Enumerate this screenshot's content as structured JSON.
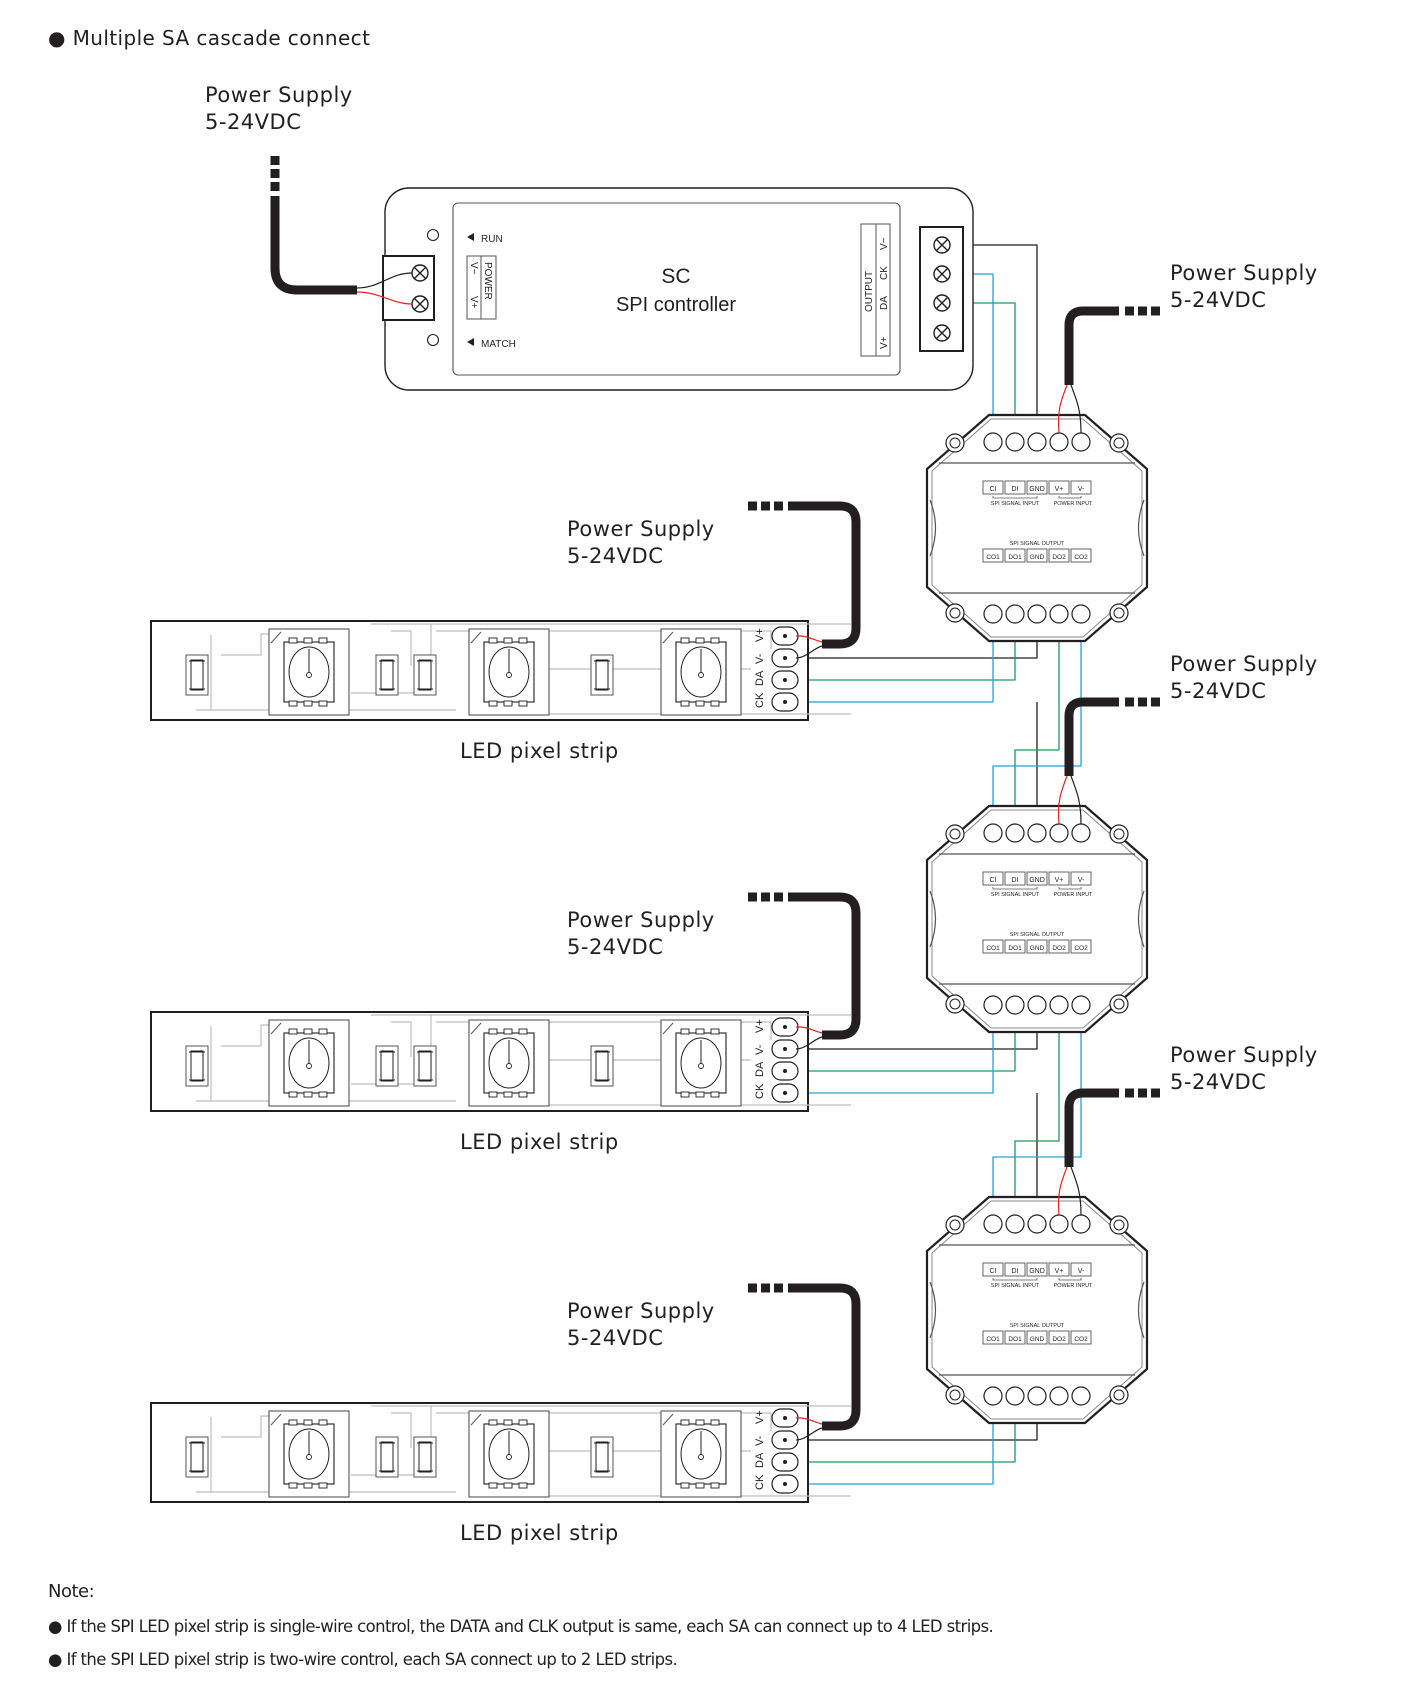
{
  "title": "● Multiple SA cascade connect",
  "power_supply": {
    "line1": "Power Supply",
    "line2": "5-24VDC"
  },
  "controller": {
    "name": "SC",
    "subtitle": "SPI controller",
    "run_label": "RUN",
    "match_label": "MATCH",
    "power_block": {
      "title": "POWER",
      "pins": [
        "V−",
        "V+"
      ]
    },
    "output_block": {
      "title": "OUTPUT",
      "pins": [
        "V−",
        "CK",
        "DA",
        "V+"
      ]
    }
  },
  "amplifier": {
    "input_pins": [
      "CI",
      "DI",
      "GND",
      "V+",
      "V-"
    ],
    "input_group_labels": [
      "SPI SIGNAL INPUT",
      "POWER INPUT"
    ],
    "output_title": "SPI SIGNAL OUTPUT",
    "output_pins": [
      "CO1",
      "DO1",
      "GND",
      "DO2",
      "CO2"
    ]
  },
  "strip": {
    "label": "LED pixel strip",
    "pins": [
      "V+",
      "V-",
      "DA",
      "CK"
    ]
  },
  "wire_colors": {
    "clock": "#1ea3dc",
    "data": "#1a9a5a",
    "ground": "#231f20",
    "positive": "#e52421",
    "cable": "#231f20"
  },
  "note": {
    "heading": "Note:",
    "items": [
      "● If the SPI LED pixel strip is single-wire control, the DATA and CLK output is same, each SA can connect up to 4 LED strips.",
      "● If the SPI LED pixel strip is two-wire control, each SA connect up to 2 LED strips."
    ]
  }
}
